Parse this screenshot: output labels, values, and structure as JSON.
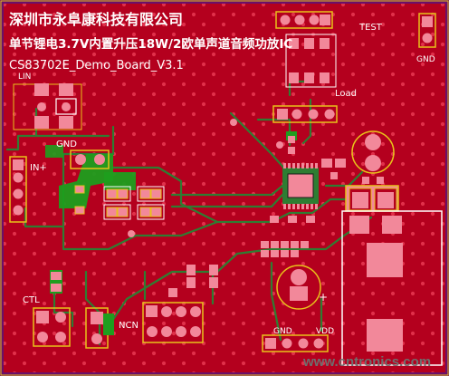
{
  "silkscreen": {
    "company": "深圳市永阜康科技有限公司",
    "product": "单节锂电3.7V内置升压18W/2欧单声道音频功放IC",
    "board_name": "CS83702E_Demo_Board_V3.1",
    "labels": {
      "lin": "LIN",
      "gnd_top": "GND",
      "in_plus": "IN+",
      "test": "TEST",
      "gnd_right": "GND",
      "load": "Load",
      "ctl": "CTL",
      "ncn": "NCN",
      "gnd_bottom": "GND",
      "vdd": "VDD",
      "plus_mark": "+"
    }
  },
  "watermark": "www.cntronics.com",
  "colors": {
    "background": "#6a0f6a",
    "copper": "#b4001e",
    "trace": "#2e7d32",
    "green_copper": "#1e9e1e",
    "pad": "#f2889a",
    "pad_outline": "#e8c21a",
    "silkscreen": "#ffffff"
  }
}
